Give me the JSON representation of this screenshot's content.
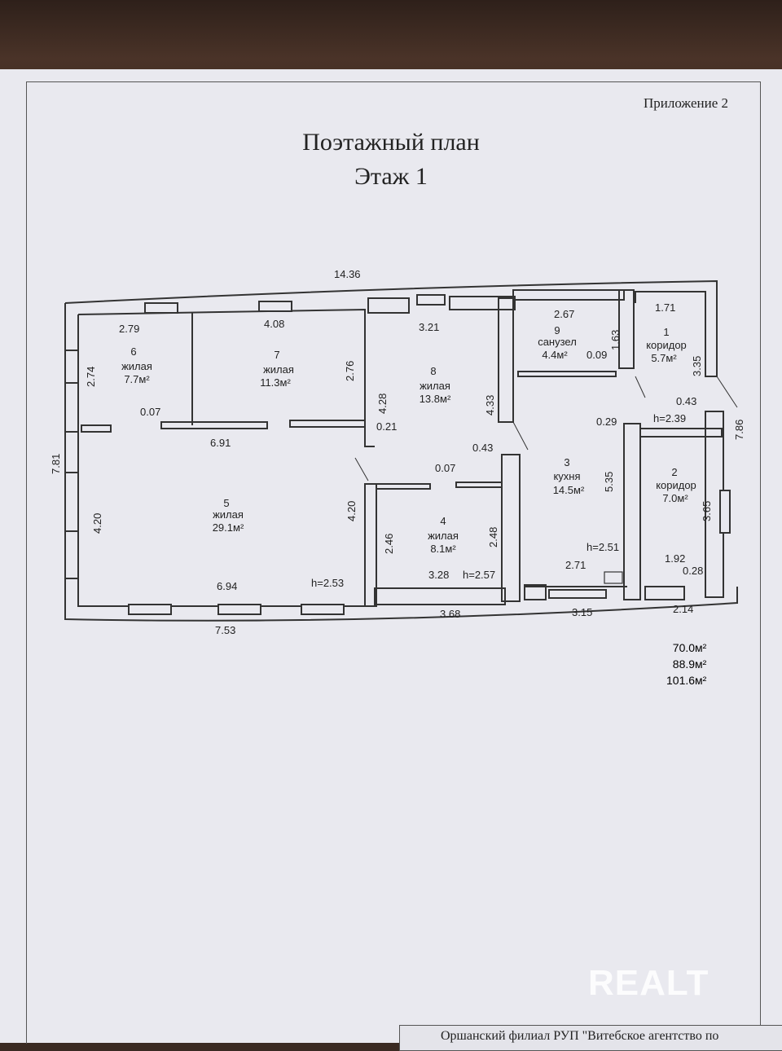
{
  "header": {
    "appendix": "Приложение 2",
    "title": "Поэтажный план",
    "floor": "Этаж  1"
  },
  "rooms": [
    {
      "num": "1",
      "name": "коридор",
      "area": "5.7м²"
    },
    {
      "num": "2",
      "name": "коридор",
      "area": "7.0м²"
    },
    {
      "num": "3",
      "name": "кухня",
      "area": "14.5м²"
    },
    {
      "num": "4",
      "name": "жилая",
      "area": "8.1м²"
    },
    {
      "num": "5",
      "name": "жилая",
      "area": "29.1м²"
    },
    {
      "num": "6",
      "name": "жилая",
      "area": "7.7м²"
    },
    {
      "num": "7",
      "name": "жилая",
      "area": "11.3м²"
    },
    {
      "num": "8",
      "name": "жилая",
      "area": "13.8м²"
    },
    {
      "num": "9",
      "name": "санузел",
      "area": "4.4м²"
    }
  ],
  "dimensions": {
    "total_width": "14.36",
    "total_depth": "7.81",
    "right_depth": "7.86",
    "r6_w": "2.79",
    "r6_h": "2.74",
    "r7_w": "4.08",
    "r7_h": "2.76",
    "r8_w": "3.21",
    "r8_h_left": "4.28",
    "r8_h_right": "4.33",
    "r9_w": "2.67",
    "r9_h": "1.63",
    "r9_door": "0.09",
    "r1_w": "1.71",
    "r1_h": "3.35",
    "wall_043a": "0.43",
    "h239": "h=2.39",
    "wall_029": "0.29",
    "wall_007a": "0.07",
    "wall_021": "0.21",
    "r5_top": "6.91",
    "r5_left": "4.20",
    "r5_right": "4.20",
    "r5_bottom": "6.94",
    "r5_ceiling": "h=2.53",
    "wall_043b": "0.43",
    "wall_007b": "0.07",
    "r4_left": "2.46",
    "r4_right": "2.48",
    "r4_bottom": "3.28",
    "r4_ceiling": "h=2.57",
    "r3_h": "5.35",
    "r3_ceiling": "h=2.51",
    "r3_bottom": "2.71",
    "r2_h": "3.65",
    "r2_w": "1.92",
    "wall_028": "0.28",
    "ext_753": "7.53",
    "ext_368": "3.68",
    "ext_315": "3.15",
    "ext_214": "2.14"
  },
  "totals": [
    "70.0м²",
    "88.9м²",
    "101.6м²"
  ],
  "logo": "REALT",
  "stamp": "Оршанский филиал РУП \"Витебское агентство по"
}
